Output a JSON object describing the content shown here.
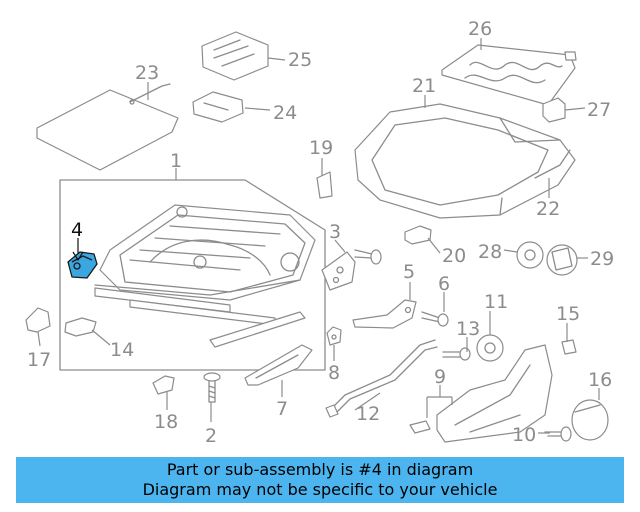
{
  "diagram": {
    "highlighted_part": "4",
    "parts": {
      "p1": "1",
      "p2": "2",
      "p3": "3",
      "p4": "4",
      "p5": "5",
      "p6": "6",
      "p7": "7",
      "p8": "8",
      "p9": "9",
      "p10": "10",
      "p11": "11",
      "p12": "12",
      "p13": "13",
      "p14": "14",
      "p15": "15",
      "p16": "16",
      "p17": "17",
      "p18": "18",
      "p19": "19",
      "p20": "20",
      "p21": "21",
      "p22": "22",
      "p23": "23",
      "p24": "24",
      "p25": "25",
      "p26": "26",
      "p27": "27",
      "p28": "28",
      "p29": "29"
    },
    "colors": {
      "highlight": "#3ba7e0",
      "linework": "#8c8c8c",
      "banner": "#4cb5ef"
    }
  },
  "banner": {
    "line1": "Part or sub-assembly is #4 in diagram",
    "line2": "Diagram may not be specific to your vehicle"
  }
}
